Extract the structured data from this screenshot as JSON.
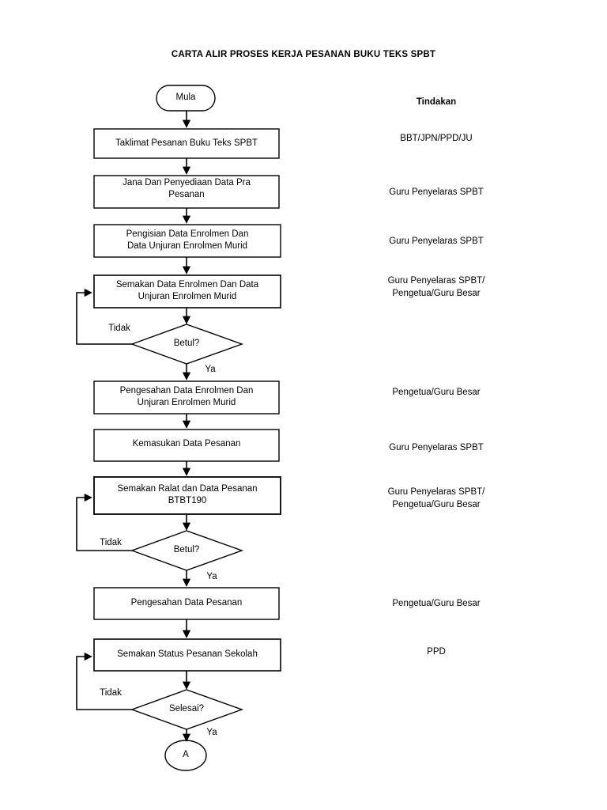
{
  "document": {
    "title": "CARTA ALIR PROSES KERJA PESANAN BUKU TEKS SPBT"
  },
  "columns": {
    "action_header": "Tindakan"
  },
  "chart_data": {
    "type": "diagram",
    "title": "CARTA ALIR PROSES KERJA PESANAN BUKU TEKS SPBT",
    "diagram_kind": "flowchart",
    "orientation": "top-to-bottom",
    "nodes": [
      {
        "id": "start",
        "shape": "terminator",
        "label": "Mula"
      },
      {
        "id": "p1",
        "shape": "process",
        "label": "Taklimat Pesanan Buku Teks SPBT"
      },
      {
        "id": "p2",
        "shape": "process",
        "label": "Jana Dan Penyediaan Data Pra\nPesanan"
      },
      {
        "id": "p3",
        "shape": "process",
        "label": "Pengisian Data Enrolmen Dan\nData Unjuran Enrolmen Murid"
      },
      {
        "id": "p4",
        "shape": "process",
        "label": "Semakan Data Enrolmen  Dan Data\nUnjuran Enrolmen Murid"
      },
      {
        "id": "d1",
        "shape": "decision",
        "label": "Betul?"
      },
      {
        "id": "p5",
        "shape": "process",
        "label": "Pengesahan Data Enrolmen Dan\nUnjuran Enrolmen Murid"
      },
      {
        "id": "p6",
        "shape": "process",
        "label": "Kemasukan Data Pesanan"
      },
      {
        "id": "p7",
        "shape": "process",
        "label": "Semakan Ralat dan Data Pesanan\nBTBT190"
      },
      {
        "id": "d2",
        "shape": "decision",
        "label": "Betul?"
      },
      {
        "id": "p8",
        "shape": "process",
        "label": "Pengesahan Data Pesanan"
      },
      {
        "id": "p9",
        "shape": "process",
        "label": "Semakan Status Pesanan Sekolah"
      },
      {
        "id": "d3",
        "shape": "decision",
        "label": "Selesai?"
      },
      {
        "id": "conn",
        "shape": "connector",
        "label": "A"
      }
    ],
    "edge_labels": {
      "d1_no": "Tidak",
      "d1_yes": "Ya",
      "d2_no": "Tidak",
      "d2_yes": "Ya",
      "d3_no": "Tidak",
      "d3_yes": "Ya"
    },
    "actions": [
      {
        "for": "p1",
        "text": "BBT/JPN/PPD/JU"
      },
      {
        "for": "p2",
        "text": "Guru Penyelaras SPBT"
      },
      {
        "for": "p3",
        "text": "Guru Penyelaras SPBT"
      },
      {
        "for": "p4",
        "text": "Guru Penyelaras SPBT/\nPengetua/Guru Besar"
      },
      {
        "for": "p5",
        "text": "Pengetua/Guru Besar"
      },
      {
        "for": "p6",
        "text": "Guru Penyelaras SPBT"
      },
      {
        "for": "p7",
        "text": "Guru Penyelaras SPBT/\nPengetua/Guru Besar"
      },
      {
        "for": "p8",
        "text": "Pengetua/Guru Besar"
      },
      {
        "for": "p9",
        "text": "PPD"
      }
    ],
    "colors": {
      "stroke": "#000000",
      "fill": "#ffffff",
      "text": "#000000",
      "background": "#ffffff"
    }
  }
}
